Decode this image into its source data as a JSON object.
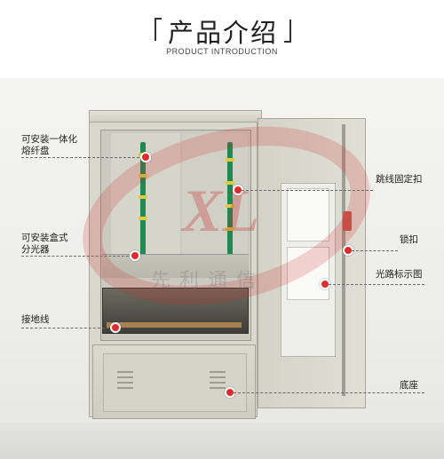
{
  "header": {
    "title": "产品介绍",
    "subtitle": "PRODUCT INTRODUCTION"
  },
  "watermark": {
    "logo_letters": "XL",
    "brand_text": "先利通信"
  },
  "callouts": {
    "fusion_tray": {
      "line1": "可安装一体化",
      "line2": "熔纤盘"
    },
    "splitter": {
      "line1": "可安装盒式",
      "line2": "分光器"
    },
    "grounding": "接地线",
    "jumper_clip": "跳线固定扣",
    "lock": "锁扣",
    "route_diagram": "光路标示图",
    "base": "底座"
  },
  "colors": {
    "callout_dot": "#e02b2b",
    "watermark_red": "#c82828",
    "cabinet_beige": "#d9d8cd"
  }
}
